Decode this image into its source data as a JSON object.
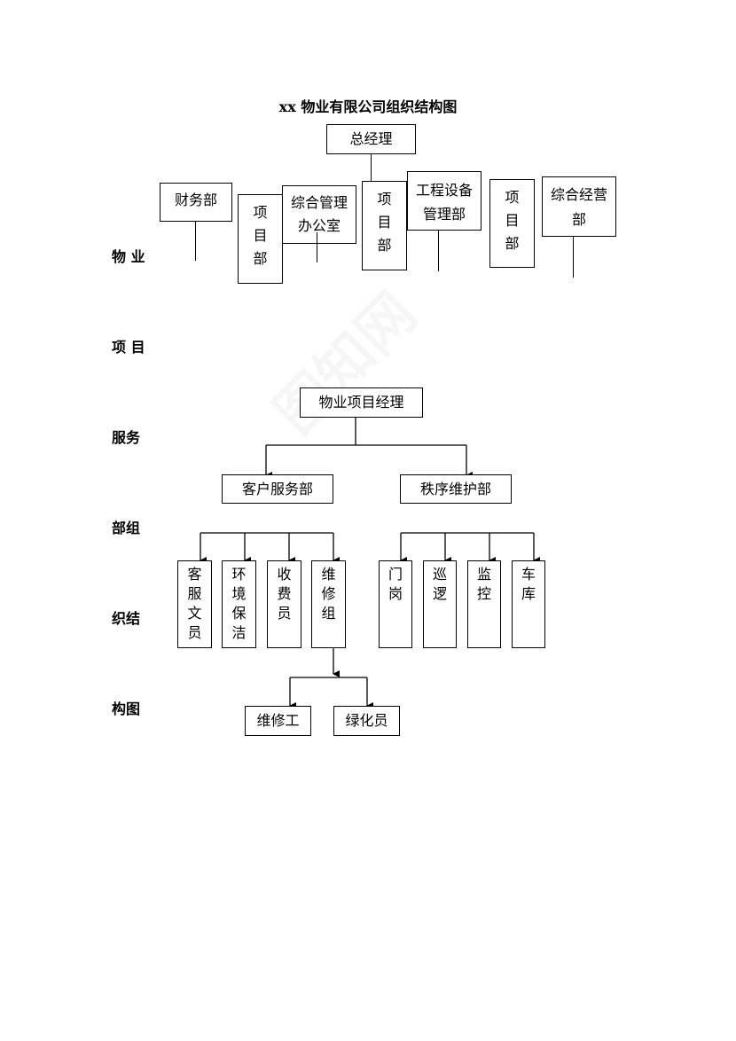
{
  "title": "xx 物业有限公司组织结构图",
  "side_label": [
    "物 业",
    "项 目",
    "服务",
    "部组",
    "织结",
    "构图"
  ],
  "top_chart": {
    "general_manager": "总经理",
    "finance": "财务部",
    "project_dept_1": [
      "项",
      "目",
      "部"
    ],
    "admin_office": [
      "综合管理",
      "办公室"
    ],
    "project_dept_2": [
      "项",
      "目",
      "部"
    ],
    "engineering": [
      "工程设备",
      "管理部"
    ],
    "project_dept_3": [
      "项",
      "目",
      "部"
    ],
    "business_ops": [
      "综合经营",
      "部"
    ]
  },
  "bottom_chart": {
    "root": "物业项目经理",
    "customer_service": "客户服务部",
    "order_maintenance": "秩序维护部",
    "cs_children": [
      [
        "客",
        "服",
        "文",
        "员"
      ],
      [
        "环",
        "境",
        "保",
        "洁"
      ],
      [
        "收",
        "费",
        "员"
      ],
      [
        "维",
        "修",
        "组"
      ]
    ],
    "om_children": [
      [
        "门",
        "岗"
      ],
      [
        "巡",
        "逻"
      ],
      [
        "监",
        "控"
      ],
      [
        "车",
        "库"
      ]
    ],
    "repair_team": [
      "维修工",
      "绿化员"
    ]
  },
  "watermark": "图知网"
}
